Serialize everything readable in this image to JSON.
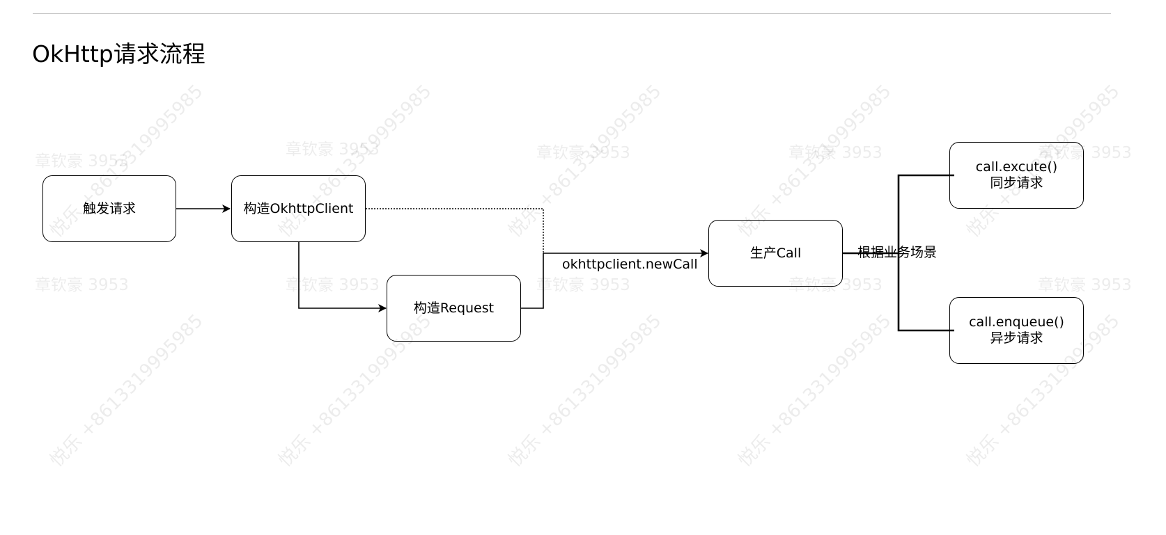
{
  "title": "OkHttp请求流程",
  "watermark": {
    "name_text": "悦乐 +8613319995985",
    "tag_text": "章钦豪 3953"
  },
  "nodes": {
    "trigger": {
      "label": "触发请求"
    },
    "build_client": {
      "label": "构造OkhttpClient"
    },
    "build_request": {
      "label": "构造Request"
    },
    "produce_call": {
      "label": "生产Call"
    },
    "execute": {
      "line1": "call.excute()",
      "line2": "同步请求"
    },
    "enqueue": {
      "line1": "call.enqueue()",
      "line2": "异步请求"
    }
  },
  "edges": {
    "new_call_label": "okhttpclient.newCall",
    "scenario_label": "根据业务场景"
  }
}
